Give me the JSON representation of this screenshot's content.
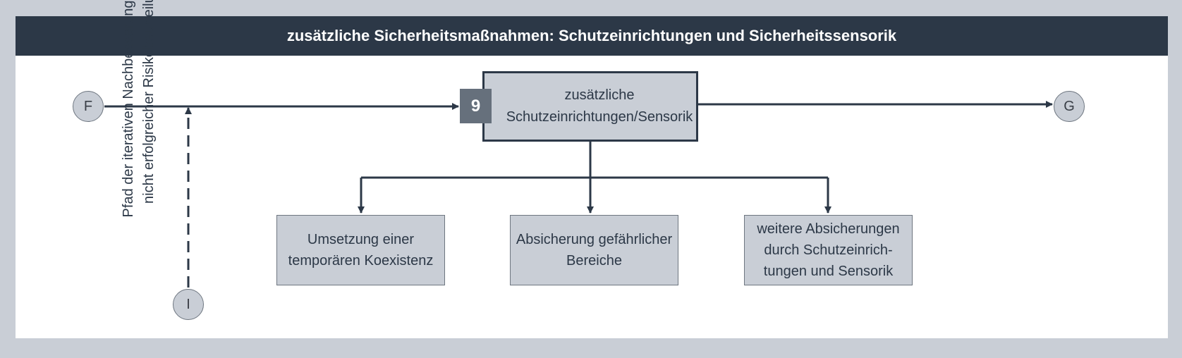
{
  "header": {
    "title": "zusätzliche Sicherheitsmaßnahmen: Schutzeinrichtungen und Sicherheitssensorik"
  },
  "nodes": {
    "start": "F",
    "end": "G",
    "iteration": "I"
  },
  "main_step": {
    "number": "9",
    "label": "zusätzliche Schutzeinrichtungen/Sensorik"
  },
  "sub_steps": [
    {
      "label": "Umsetzung einer temporären Koexistenz"
    },
    {
      "label": "Absicherung gefährlicher Bereiche"
    },
    {
      "label": "weitere Absicherungen durch Schutzeinrich-tungen und Sensorik"
    }
  ],
  "iteration_path": {
    "label": "Pfad der iterativen Nachbesserung nach nicht erfolgreicher Risikobeurteilung"
  },
  "colors": {
    "dark": "#2c3847",
    "box_fill": "#c9ced6",
    "badge": "#66707c",
    "background": "#c9ced6"
  }
}
